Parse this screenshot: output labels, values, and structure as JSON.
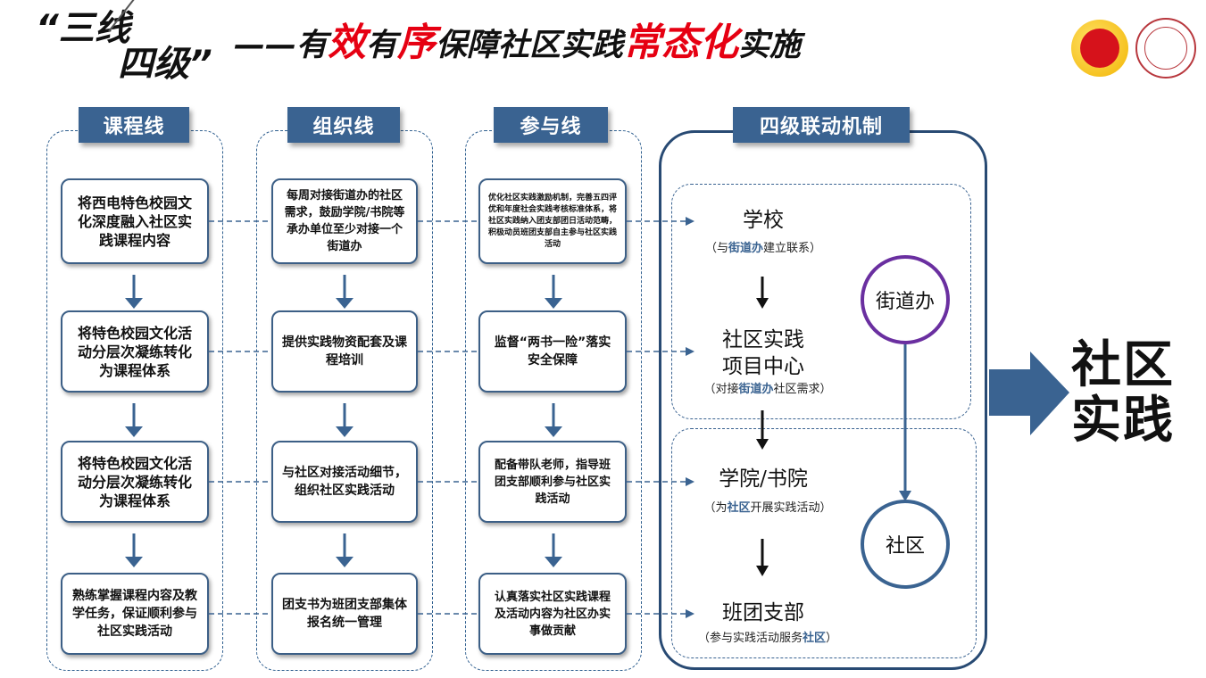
{
  "title": {
    "quote_open": "“三线",
    "quote_close": "四级”",
    "dash": "——",
    "p1": "有",
    "r1": "效",
    "p2": "有",
    "r2": "序",
    "p3": "保障社区实践",
    "r3": "常态化",
    "p4": "实施",
    "accent_color": "#e60012"
  },
  "columns": [
    {
      "header": "课程线",
      "boxes": [
        "将西电特色校园文化深度融入社区实践课程内容",
        "将特色校园文化活动分层次凝练转化为课程体系",
        "将特色校园文化活动分层次凝练转化为课程体系",
        "熟练掌握课程内容及教学任务，保证顺利参与社区实践活动"
      ]
    },
    {
      "header": "组织线",
      "boxes": [
        "每周对接街道办的社区需求，鼓励学院/书院等承办单位至少对接一个街道办",
        "提供实践物资配套及课程培训",
        "与社区对接活动细节，组织社区实践活动",
        "团支书为班团支部集体报名统一管理"
      ]
    },
    {
      "header": "参与线",
      "boxes": [
        "优化社区实践激励机制，完善五四评优和年度社会实践考核标准体系，将社区实践纳入团支部团日活动范畴，积极动员班团支部自主参与社区实践活动",
        "监督“两书一险”落实安全保障",
        "配备带队老师，指导班团支部顺利参与社区实践活动",
        "认真落实社区实践课程及活动内容为社区办实事做贡献"
      ]
    }
  ],
  "mechanism": {
    "header": "四级联动机制",
    "levels": [
      {
        "name": "学校",
        "note_pre": "（与",
        "note_hl": "街道办",
        "note_post": "建立联系）"
      },
      {
        "name": "社区实践项目中心",
        "name_l1": "社区实践",
        "name_l2": "项目中心",
        "note_pre": "（对接",
        "note_hl": "街道办",
        "note_post": "社区需求）"
      },
      {
        "name": "学院/书院",
        "note_pre": "（为",
        "note_hl": "社区",
        "note_post": "开展实践活动）"
      },
      {
        "name": "班团支部",
        "note_pre": "（参与实践活动服务",
        "note_hl": "社区",
        "note_post": "）"
      }
    ],
    "circle_top": "街道办",
    "circle_bottom": "社区",
    "circle_top_color": "#6a2fa0",
    "circle_bottom_color": "#3a6391"
  },
  "result": {
    "line1": "社区",
    "line2": "实践"
  },
  "colors": {
    "header_bg": "#3a6391",
    "border": "#284a73",
    "arrow": "#3a6391"
  }
}
